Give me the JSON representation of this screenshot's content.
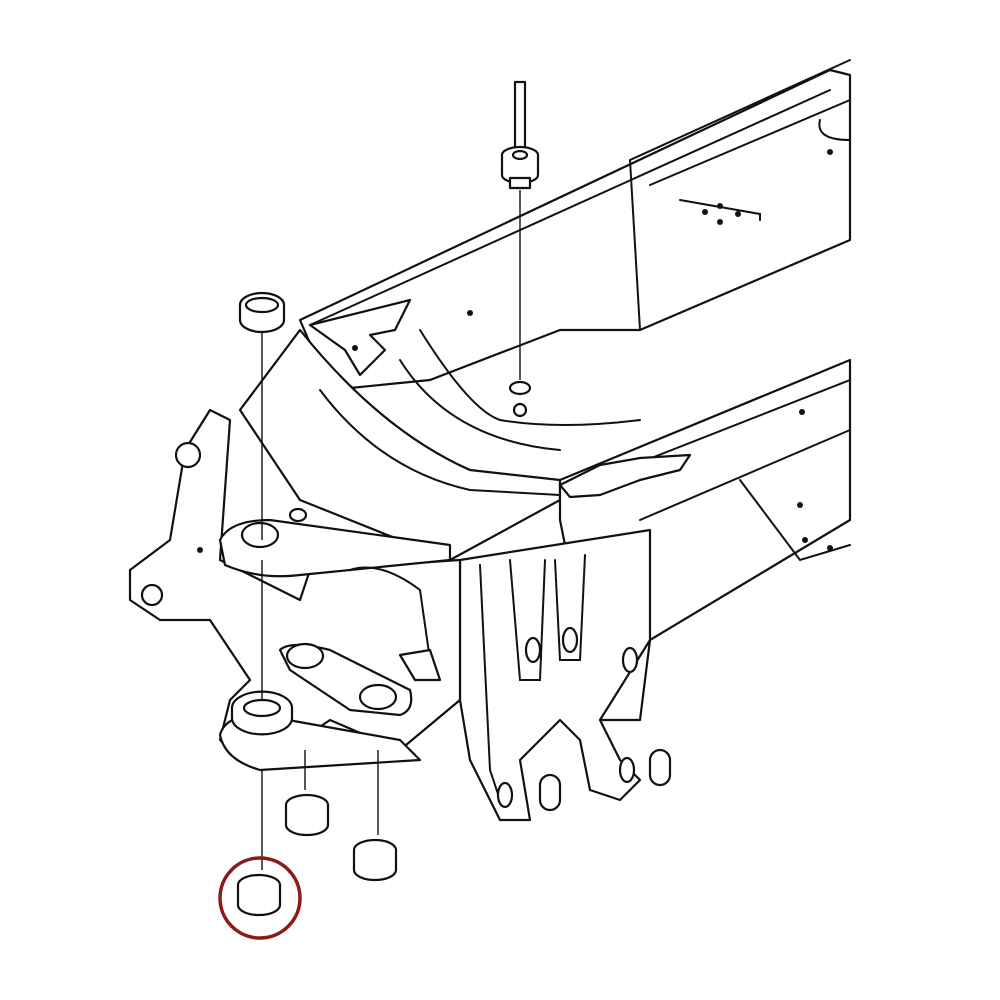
{
  "diagram": {
    "kind": "exploded-parts-line-drawing",
    "subject": "frame-with-pivot-bushings",
    "line_color": "#111111",
    "background_color": "#ffffff",
    "highlight": {
      "part": "bottom-bushing",
      "shape": "circle",
      "color": "#8b1a1a"
    }
  }
}
